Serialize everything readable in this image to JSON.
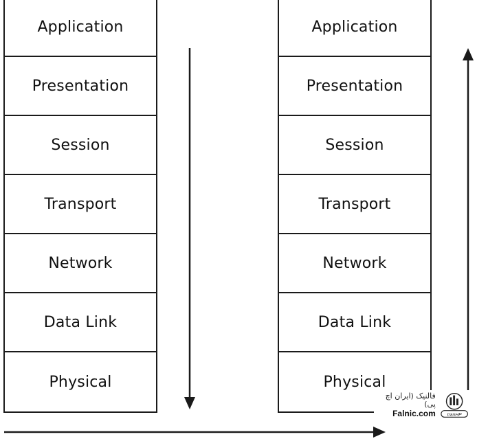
{
  "left_stack": {
    "layers": [
      "Application",
      "Presentation",
      "Session",
      "Transport",
      "Network",
      "Data Link",
      "Physical"
    ]
  },
  "right_stack": {
    "layers": [
      "Application",
      "Presentation",
      "Session",
      "Transport",
      "Network",
      "Data Link",
      "Physical"
    ]
  },
  "arrows": {
    "left_direction": "down",
    "bottom_direction": "right",
    "right_direction": "up",
    "color": "#1a1a1a"
  },
  "watermark": {
    "persian_text": "فالنیک (ایران اچ پی)",
    "domain": "Falnic.com",
    "logo_text": "IranHP"
  }
}
